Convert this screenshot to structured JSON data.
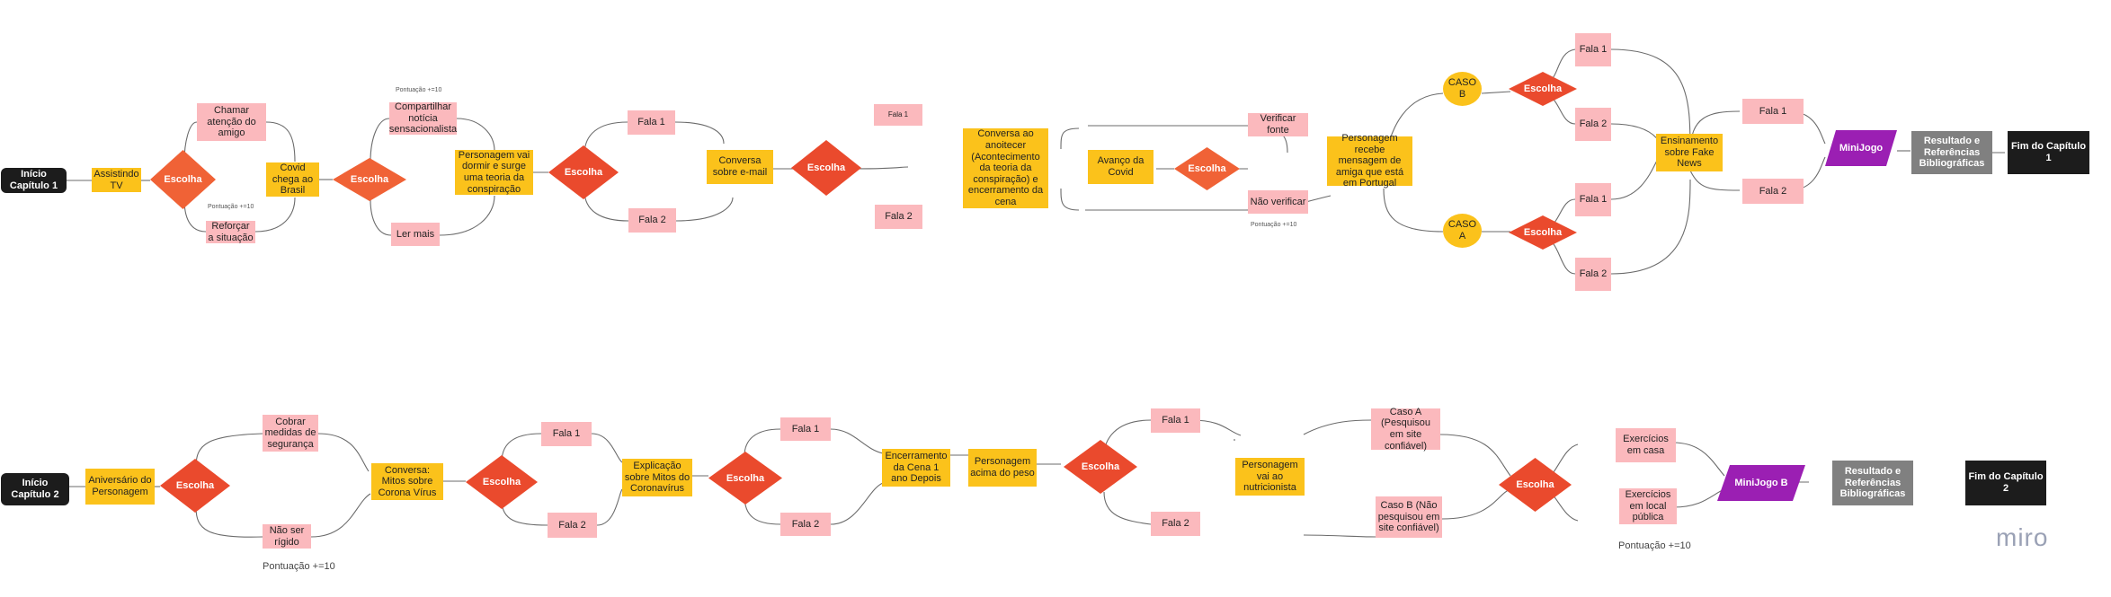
{
  "colors": {
    "start": "#1c1c1c",
    "process": "#fbc21b",
    "option": "#fbb9bd",
    "decision": "#f0502e",
    "minigame": "#9b1fb3",
    "result": "#808080"
  },
  "ch1": {
    "start": "Início Capítulo 1",
    "assistindo": "Assistindo TV",
    "escolha": "Escolha",
    "chamar": "Chamar atenção do amigo",
    "reforcar": "Reforçar a situação",
    "covid_brasil": "Covid chega ao Brasil",
    "compartilhar": "Compartilhar notícia sensacionalista",
    "ler_mais": "Ler mais",
    "personagem_dormir": "Personagem vai dormir e surge uma teoria da conspiração",
    "fala1": "Fala 1",
    "fala2": "Fala 2",
    "conversa_email": "Conversa sobre e-mail",
    "fala1_small": "Fala 1",
    "conversa_anoitecer": "Conversa ao anoitecer (Acontecimento da teoria da conspiração) e encerramento da cena",
    "avanco_covid": "Avanço da Covid",
    "verificar_fonte": "Verificar fonte",
    "nao_verificar": "Não verificar",
    "personagem_recebe": "Personagem recebe mensagem de amiga que está em Portugal",
    "caso_b": "CASO B",
    "caso_a": "CASO A",
    "ensinamento": "Ensinamento sobre Fake News",
    "minijogo": "MiniJogo",
    "resultado": "Resultado e Referências Bibliográficas",
    "fim": "Fim do Capítulo 1",
    "pont1": "Pontuação +=10",
    "pont2": "Pontuação +=10",
    "pont3": "Pontuação +=10"
  },
  "ch2": {
    "start": "Início Capítulo 2",
    "aniversario": "Aniversário do Personagem",
    "escolha": "Escolha",
    "cobrar": "Cobrar medidas de segurança",
    "nao_rigido": "Não ser rígido",
    "conversa_mitos": "Conversa: Mitos sobre Corona Vírus",
    "fala1": "Fala 1",
    "fala2": "Fala 2",
    "explicacao": "Explicação sobre Mitos do Coronavírus",
    "encerramento": "Encerramento da Cena 1 ano Depois",
    "acima_peso": "Personagem acima do peso",
    "nutricionista": "Personagem vai ao nutricionista",
    "caso_a": "Caso A (Pesquisou em site confiável)",
    "caso_b": "Caso B (Não pesquisou em site confiável)",
    "exercicios_casa": "Exercícios em casa",
    "exercicios_publico": "Exercícios em local pública",
    "minijogo": "MiniJogo B",
    "resultado": "Resultado e Referências Bibliográficas",
    "fim": "Fim do Capítulo 2",
    "pont1": "Pontuação +=10",
    "pont2": "Pontuação +=10"
  },
  "logo": "miro"
}
